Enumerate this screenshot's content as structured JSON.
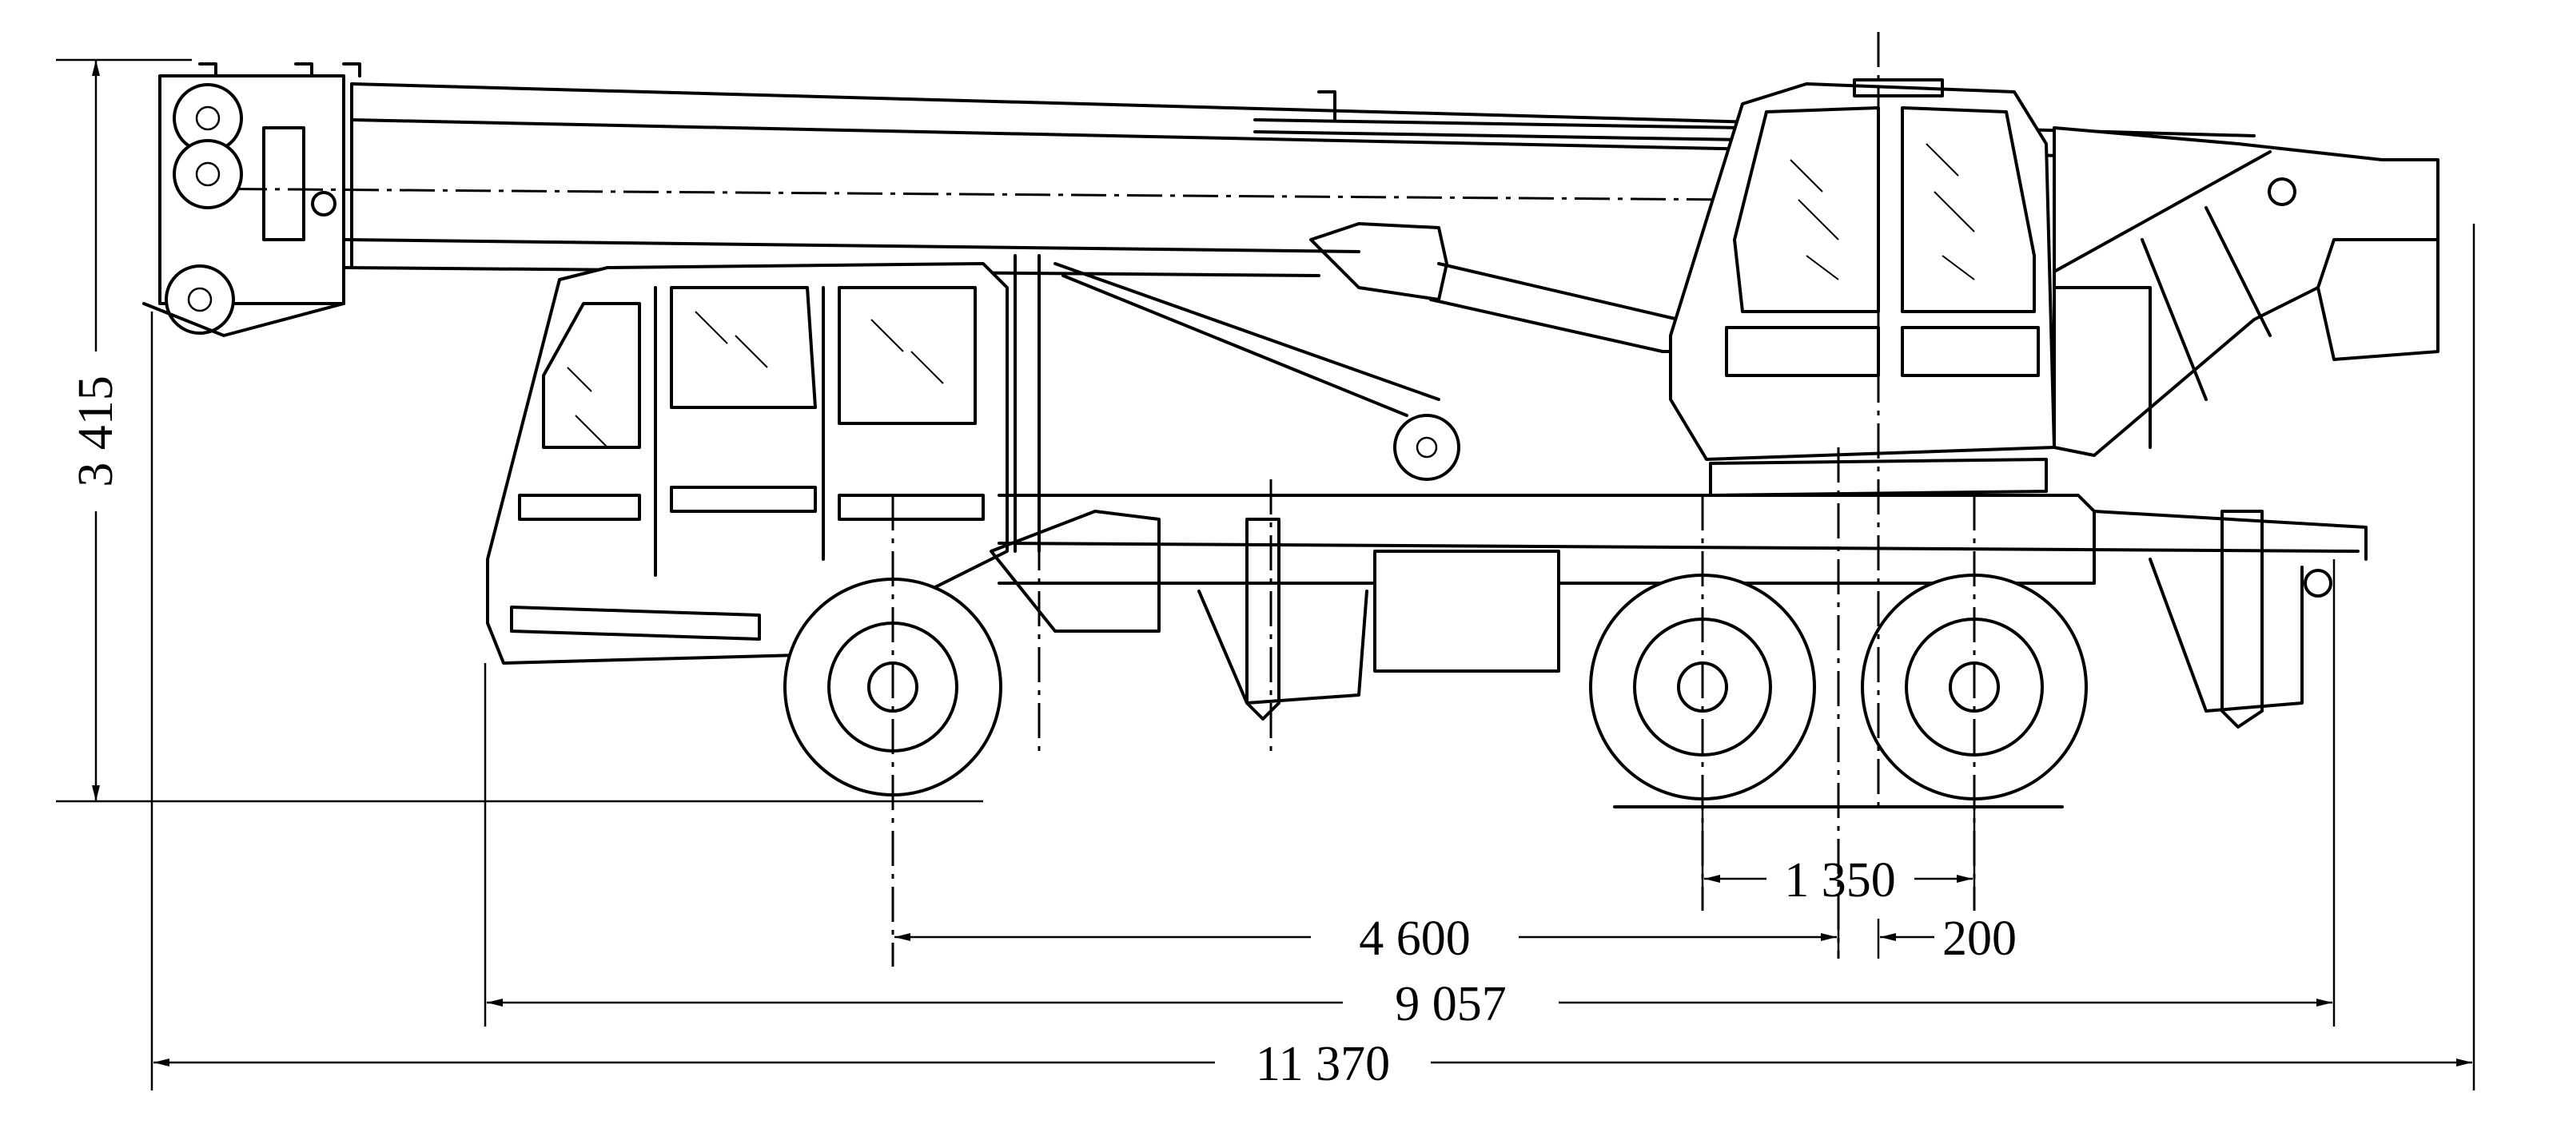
{
  "dimensions": {
    "height": "3 415",
    "axle_spacing_rear": "1 350",
    "front_to_rear_axle": "4 600",
    "rear_axle_offset": "200",
    "chassis_length": "9 057",
    "overall_length": "11 370"
  },
  "colors": {
    "line": "#000000",
    "background": "#ffffff"
  },
  "icons": {
    "arrowhead": "filled-triangle-arrowhead",
    "wheel": "circle-wheel"
  }
}
